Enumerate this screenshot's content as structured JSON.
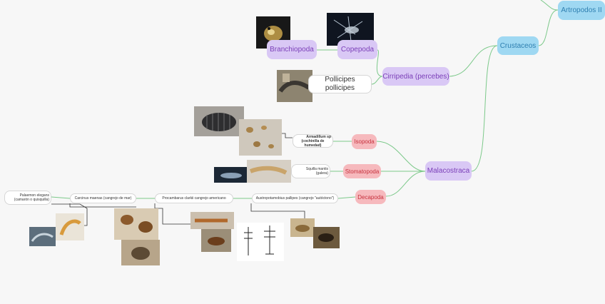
{
  "nodes": {
    "artropodos": "Artropodos II",
    "crustaceos": "Crustaceos",
    "branchiopoda": "Branchiopoda",
    "copepoda": "Copepoda",
    "cirripedia": "Cirripedia (percebes)",
    "pollicipes": "Pollicipes pollicipes",
    "malacostraca": "Malacostraca",
    "isopoda": "Isopoda",
    "stomatopoda": "Stomatopoda",
    "decapoda": "Decapoda",
    "armadillum_l1": "Armadillum sp",
    "armadillum_l2": "(cochinilla de humedad)",
    "squilla_l1": "Squilla mantis",
    "squilla_l2": "(galera)",
    "austropotamobius": "Austropotamobius pallipes (cangrejo \"autóctono\")",
    "procambarus": "Procambarus clarkii cangrejo americano",
    "carcinus": "Carcinus maenas (cangrejo de mar)",
    "palaemon_l1": "Palaemon elegans",
    "palaemon_l2": "(camarón o quisquilla)"
  },
  "colors": {
    "edge": "#7cc98a",
    "blue": "#9fd8f2",
    "purple": "#d9c8f5",
    "red": "#f6b9bd"
  }
}
